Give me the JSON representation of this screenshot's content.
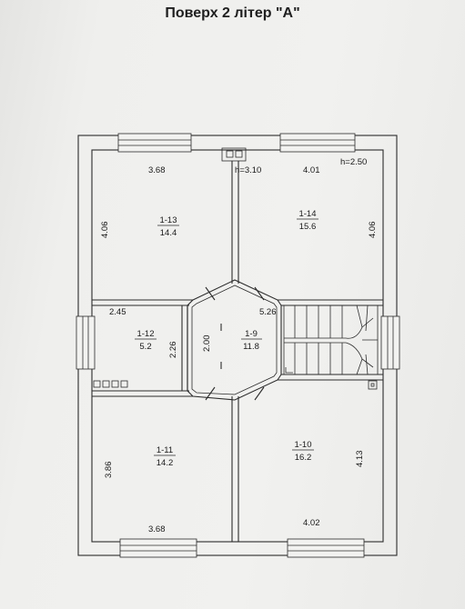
{
  "title": "Поверх 2 літер \"А\"",
  "heights": [
    "h=3.10",
    "h=2.50"
  ],
  "rooms": [
    {
      "id": "1-13",
      "area": "14.4"
    },
    {
      "id": "1-14",
      "area": "15.6"
    },
    {
      "id": "1-12",
      "area": "5.2"
    },
    {
      "id": "1-9",
      "area": "11.8"
    },
    {
      "id": "1-11",
      "area": "14.2"
    },
    {
      "id": "1-10",
      "area": "16.2"
    }
  ],
  "dimensions": {
    "d1": "3.68",
    "d2": "4.01",
    "d3": "4.06",
    "d4": "4.06",
    "d5": "2.45",
    "d6": "5.26",
    "d7": "2.26",
    "d8": "2.00",
    "d9": "3.86",
    "d10": "4.13",
    "d11": "3.68",
    "d12": "4.02"
  }
}
